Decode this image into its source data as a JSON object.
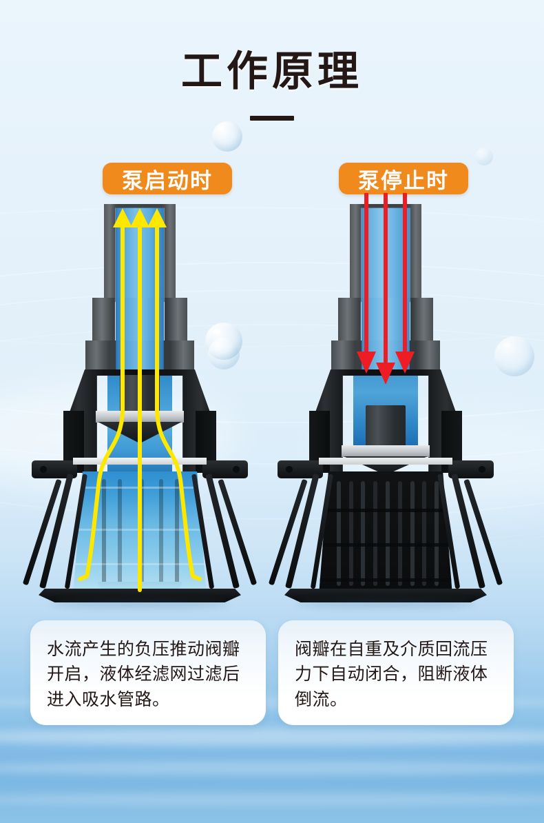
{
  "page": {
    "title": "工作原理",
    "background_color": "#e9f4fb",
    "accent_color": "#f18a1c",
    "water_color": "#3f9ed8"
  },
  "header": {
    "title": "工作原理",
    "divider": ""
  },
  "panels": [
    {
      "badge": "泵启动时",
      "state": "open",
      "arrow_color": "#ffe800",
      "arrow_direction": "up",
      "flow_arrows": 3,
      "caption": "水流产生的负压推动阀瓣开启，液体经滤网过滤后进入吸水管路。"
    },
    {
      "badge": "泵停止时",
      "state": "closed",
      "arrow_color": "#ee1c25",
      "arrow_direction": "down",
      "flow_arrows": 3,
      "caption": "阀瓣在自重及介质回流压力下自动闭合，阻断液体倒流。"
    }
  ],
  "icons": {
    "bubble": "water-bubble",
    "ripple": "water-ripple",
    "arrow_up": "flow-arrow-up",
    "arrow_down": "flow-arrow-down"
  }
}
